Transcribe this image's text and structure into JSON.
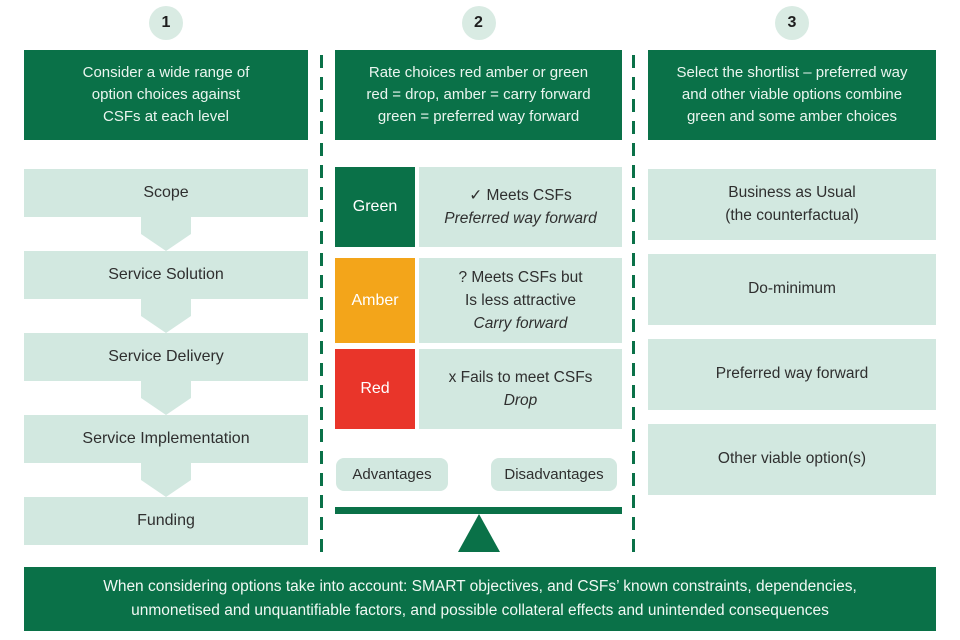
{
  "colors": {
    "dark_green": "#0a7148",
    "mint": "#d2e8e0",
    "circle_mint": "#d9ebe3",
    "amber": "#f3a51a",
    "red": "#e9352a",
    "text_dark": "#2f2f2f",
    "text_light": "#ffffff"
  },
  "steps": [
    {
      "number": "1",
      "header_lines": [
        "Consider a wide range of",
        "option choices against",
        "CSFs at each level"
      ],
      "items": [
        "Scope",
        "Service Solution",
        "Service Delivery",
        "Service Implementation",
        "Funding"
      ]
    },
    {
      "number": "2",
      "header_lines": [
        "Rate choices red amber or green",
        "red = drop, amber = carry forward",
        "green = preferred way forward"
      ],
      "ratings": [
        {
          "label": "Green",
          "status_color": "#0a7148",
          "lines": [
            "✓ Meets CSFs"
          ],
          "italic_line": "Preferred way forward"
        },
        {
          "label": "Amber",
          "status_color": "#f3a51a",
          "lines": [
            "? Meets CSFs but",
            "Is less attractive"
          ],
          "italic_line": "Carry forward"
        },
        {
          "label": "Red",
          "status_color": "#e9352a",
          "lines": [
            "x Fails to meet CSFs"
          ],
          "italic_line": "Drop"
        }
      ],
      "balance": {
        "left_label": "Advantages",
        "right_label": "Disadvantages"
      }
    },
    {
      "number": "3",
      "header_lines": [
        "Select the shortlist – preferred way",
        "and other viable options combine",
        "green and some amber choices"
      ],
      "items_lines": [
        [
          "Business as Usual",
          "(the counterfactual)"
        ],
        [
          "Do-minimum"
        ],
        [
          "Preferred way forward"
        ],
        [
          "Other viable option(s)"
        ]
      ]
    }
  ],
  "footer_lines": [
    "When considering options take into account: SMART objectives, and CSFs’ known constraints, dependencies,",
    "unmonetised and unquantifiable factors, and possible collateral effects and unintended consequences"
  ]
}
